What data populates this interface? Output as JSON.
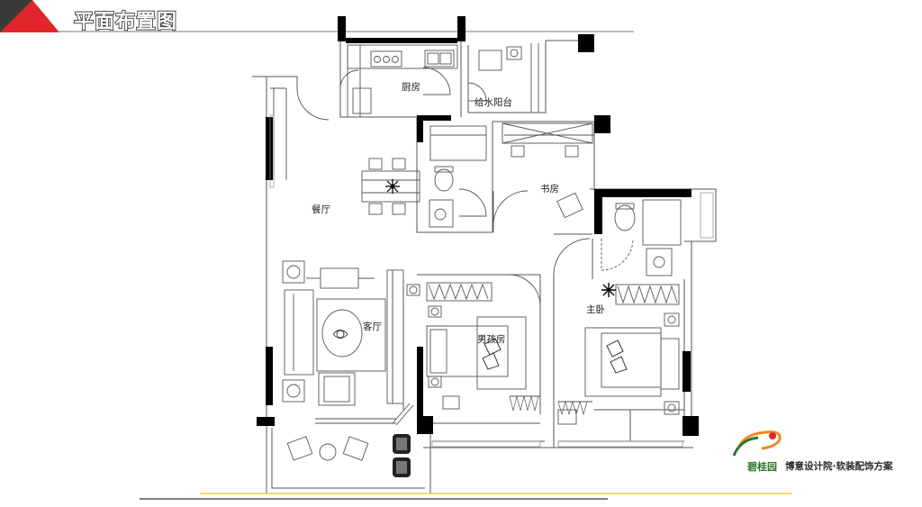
{
  "header": {
    "title": "平面布置图"
  },
  "rooms": {
    "kitchen": "厨房",
    "water_balcony": "给水阳台",
    "dining": "餐厅",
    "study": "书房",
    "living": "客厅",
    "boys_room": "男孩房",
    "master_bedroom": "主卧"
  },
  "brand": {
    "logo_wordmark": "碧桂园",
    "tagline": "博意设计院·软装配饰方案"
  },
  "colors": {
    "wall": "#000000",
    "line": "#555555",
    "accent_red": "#e0262b",
    "accent_gray": "#5a5a5a",
    "baseline_yellow": "#e6c81e",
    "logo_green": "#2d7a2d",
    "logo_orange": "#f08a1c"
  }
}
